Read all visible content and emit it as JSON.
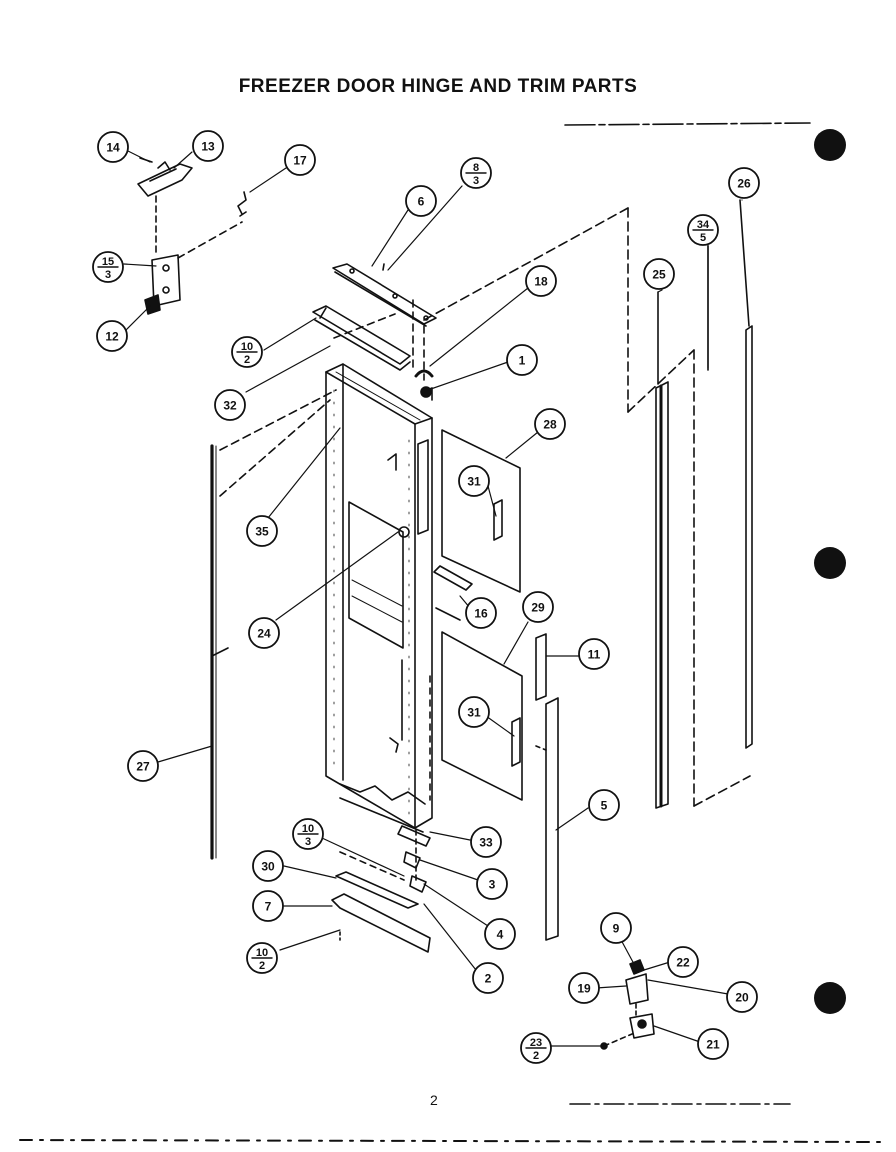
{
  "title": "FREEZER DOOR HINGE AND TRIM PARTS",
  "page_number": "2",
  "callouts": [
    {
      "id": "c14",
      "num": "14"
    },
    {
      "id": "c13",
      "num": "13"
    },
    {
      "id": "c17",
      "num": "17"
    },
    {
      "id": "c8-3",
      "num": "8",
      "den": "3"
    },
    {
      "id": "c6",
      "num": "6"
    },
    {
      "id": "c15-3",
      "num": "15",
      "den": "3"
    },
    {
      "id": "c12",
      "num": "12"
    },
    {
      "id": "c18",
      "num": "18"
    },
    {
      "id": "c10-2-top",
      "num": "10",
      "den": "2"
    },
    {
      "id": "c32",
      "num": "32"
    },
    {
      "id": "c1",
      "num": "1"
    },
    {
      "id": "c26",
      "num": "26"
    },
    {
      "id": "c34-5",
      "num": "34",
      "den": "5"
    },
    {
      "id": "c25",
      "num": "25"
    },
    {
      "id": "c28",
      "num": "28"
    },
    {
      "id": "c31-top",
      "num": "31"
    },
    {
      "id": "c35",
      "num": "35"
    },
    {
      "id": "c24",
      "num": "24"
    },
    {
      "id": "c16",
      "num": "16"
    },
    {
      "id": "c29",
      "num": "29"
    },
    {
      "id": "c11",
      "num": "11"
    },
    {
      "id": "c31-bot",
      "num": "31"
    },
    {
      "id": "c27",
      "num": "27"
    },
    {
      "id": "c5",
      "num": "5"
    },
    {
      "id": "c33",
      "num": "33"
    },
    {
      "id": "c10-3",
      "num": "10",
      "den": "3"
    },
    {
      "id": "c30",
      "num": "30"
    },
    {
      "id": "c3",
      "num": "3"
    },
    {
      "id": "c7",
      "num": "7"
    },
    {
      "id": "c4",
      "num": "4"
    },
    {
      "id": "c10-2-bot",
      "num": "10",
      "den": "2"
    },
    {
      "id": "c2",
      "num": "2"
    },
    {
      "id": "c9",
      "num": "9"
    },
    {
      "id": "c22",
      "num": "22"
    },
    {
      "id": "c19",
      "num": "19"
    },
    {
      "id": "c20",
      "num": "20"
    },
    {
      "id": "c23-2",
      "num": "23",
      "den": "2"
    },
    {
      "id": "c21",
      "num": "21"
    }
  ]
}
